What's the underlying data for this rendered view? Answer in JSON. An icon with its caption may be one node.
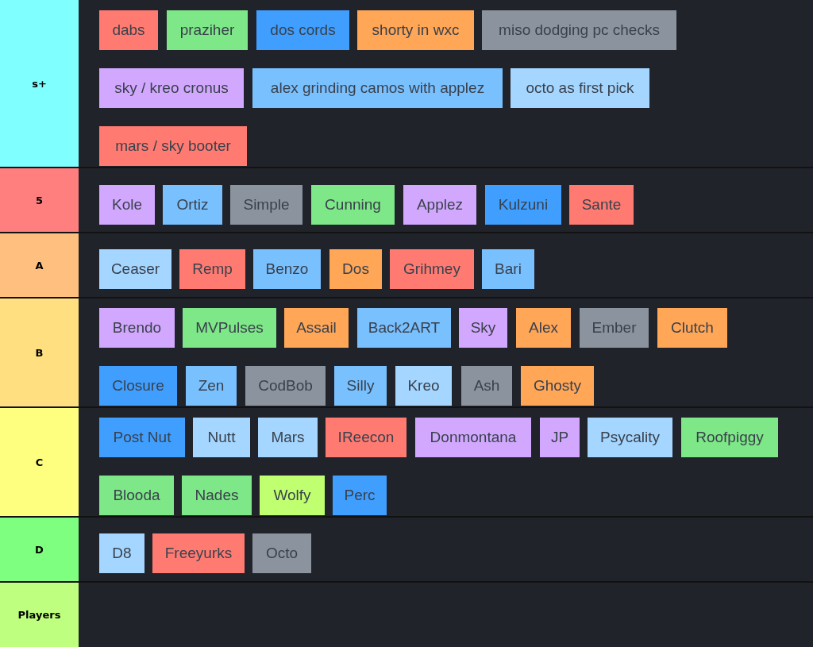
{
  "diagram": {
    "nodes": [
      {
        "text": [
          "s+"
        ]
      },
      {
        "text": [
          "dabs"
        ],
        "in": 0
      },
      {
        "text": [
          "praziher"
        ],
        "in": 0
      },
      {
        "text": [
          "dos cords"
        ],
        "in": 0
      },
      {
        "text": [
          "shorty in wxc"
        ],
        "in": 0
      },
      {
        "text": [
          "miso dodging pc checks"
        ],
        "in": 0
      },
      {
        "text": [
          "sky / kreo cronus"
        ],
        "in": 0
      },
      {
        "text": [
          "alex grinding camos with applez"
        ],
        "in": 0
      },
      {
        "text": [
          "octo as first pick"
        ],
        "in": 0
      },
      {
        "text": [
          "mars / sky booter"
        ],
        "in": 0
      },
      {
        "text": [
          "5"
        ]
      },
      {
        "text": [
          "Kole"
        ],
        "in": 10
      },
      {
        "text": [
          "Ortiz"
        ],
        "in": 10
      },
      {
        "text": [
          "Simple"
        ],
        "in": 10
      },
      {
        "text": [
          "Cunning"
        ],
        "in": 10
      },
      {
        "text": [
          "Applez"
        ],
        "in": 10
      },
      {
        "text": [
          "Kulzuni"
        ],
        "in": 10
      },
      {
        "text": [
          "Sante"
        ],
        "in": 10
      },
      {
        "text": [
          "A"
        ]
      },
      {
        "text": [
          "Ceaser"
        ],
        "in": 18
      },
      {
        "text": [
          "Remp"
        ],
        "in": 18
      },
      {
        "text": [
          "Benzo"
        ],
        "in": 18
      },
      {
        "text": [
          "Dos"
        ],
        "in": 18
      },
      {
        "text": [
          "Grihmey"
        ],
        "in": 18
      },
      {
        "text": [
          "Bari"
        ],
        "in": 18
      },
      {
        "text": [
          "B"
        ]
      },
      {
        "text": [
          "Brendo"
        ],
        "in": 25
      },
      {
        "text": [
          "MVPulses"
        ],
        "in": 25
      },
      {
        "text": [
          "Assail"
        ],
        "in": 25
      },
      {
        "text": [
          "Back2ART"
        ],
        "in": 25
      },
      {
        "text": [
          "Sky"
        ],
        "in": 25
      },
      {
        "text": [
          "Alex"
        ],
        "in": 25
      },
      {
        "text": [
          "Ember"
        ],
        "in": 25
      },
      {
        "text": [
          "Clutch"
        ],
        "in": 25
      },
      {
        "text": [
          "Closure"
        ],
        "in": 25
      },
      {
        "text": [
          "Zen"
        ],
        "in": 25
      },
      {
        "text": [
          "CodBob"
        ],
        "in": 25
      },
      {
        "text": [
          "Silly"
        ],
        "in": 25
      },
      {
        "text": [
          "Kreo"
        ],
        "in": 25
      },
      {
        "text": [
          "Ash"
        ],
        "in": 25
      },
      {
        "text": [
          "Ghosty"
        ],
        "in": 25
      },
      {
        "text": [
          "C"
        ]
      },
      {
        "text": [
          "Post Nut"
        ],
        "in": 41
      },
      {
        "text": [
          "Nutt"
        ],
        "in": 41
      },
      {
        "text": [
          "Mars"
        ],
        "in": 41
      },
      {
        "text": [
          "IReecon"
        ],
        "in": 41
      },
      {
        "text": [
          "Donmontana"
        ],
        "in": 41
      },
      {
        "text": [
          "JP"
        ],
        "in": 41
      },
      {
        "text": [
          "Psycality"
        ],
        "in": 41
      },
      {
        "text": [
          "Roofpiggy"
        ],
        "in": 41
      },
      {
        "text": [
          "Blooda"
        ],
        "in": 41
      },
      {
        "text": [
          "Nades"
        ],
        "in": 41
      },
      {
        "text": [
          "Wolfy"
        ],
        "in": 41
      },
      {
        "text": [
          "Perc"
        ],
        "in": 41
      },
      {
        "text": [
          "D"
        ]
      },
      {
        "text": [
          "D8"
        ],
        "in": 54
      },
      {
        "text": [
          "Freeyurks"
        ],
        "in": 54
      },
      {
        "text": [
          "Octo"
        ],
        "in": 54
      },
      {
        "text": [
          "Players"
        ]
      }
    ]
  }
}
